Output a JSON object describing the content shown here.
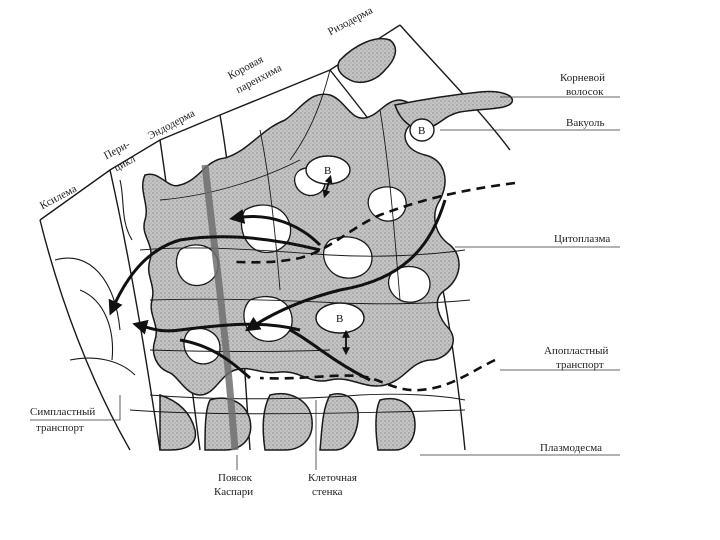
{
  "diagram": {
    "labels": {
      "xylem": "Ксилема",
      "pericycle_1": "Пери-",
      "pericycle_2": "цикл",
      "endoderm": "Эндодерма",
      "cortex_1": "Коровая",
      "cortex_2": "паренхима",
      "rhizoderm": "Ризодерма",
      "root_hair_1": "Корневой",
      "root_hair_2": "волосок",
      "vacuole": "Вакуоль",
      "cytoplasm": "Цитоплазма",
      "apoplast_1": "Апопластный",
      "apoplast_2": "транспорт",
      "symplast_1": "Симпластный",
      "symplast_2": "транспорт",
      "plasmodesma": "Плазмодесма",
      "casparian_1": "Поясок",
      "casparian_2": "Каспари",
      "cell_wall_1": "Клеточная",
      "cell_wall_2": "стенка",
      "vacuole_marker": "В"
    },
    "colors": {
      "cytoplasm_fill": "#b8b8b8",
      "line": "#1a1a1a",
      "casparian_strip": "#6e6e6e",
      "background": "#ffffff"
    }
  }
}
